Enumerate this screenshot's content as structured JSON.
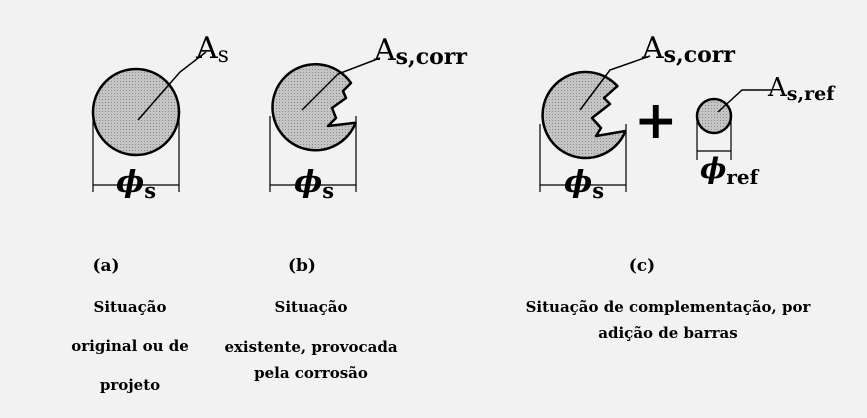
{
  "colors": {
    "background": "#f2f2f2",
    "bar_fill": "#bdbdbd",
    "line": "#000000"
  },
  "panel_a": {
    "area_symbol": "A",
    "area_subscript": "s",
    "diameter_symbol": "ϕ",
    "diameter_subscript": "s",
    "label": "(a)",
    "caption": [
      "Situação",
      "original ou de",
      "projeto"
    ]
  },
  "panel_b": {
    "area_symbol": "A",
    "area_subscript": "s,corr",
    "diameter_symbol": "ϕ",
    "diameter_subscript": "s",
    "label": "(b)",
    "caption": [
      "Situação",
      "existente, provocada",
      "pela corrosão"
    ]
  },
  "panel_c": {
    "area_symbol": "A",
    "area_subscript": "s,corr",
    "ref_area_symbol": "A",
    "ref_area_subscript": "s,ref",
    "plus": "+",
    "diameter_symbol": "ϕ",
    "diameter_subscript": "s",
    "ref_diameter_symbol": "ϕ",
    "ref_diameter_subscript": "ref",
    "label": "(c)",
    "caption": [
      "Situação de complementação, por",
      "adição de barras"
    ]
  }
}
